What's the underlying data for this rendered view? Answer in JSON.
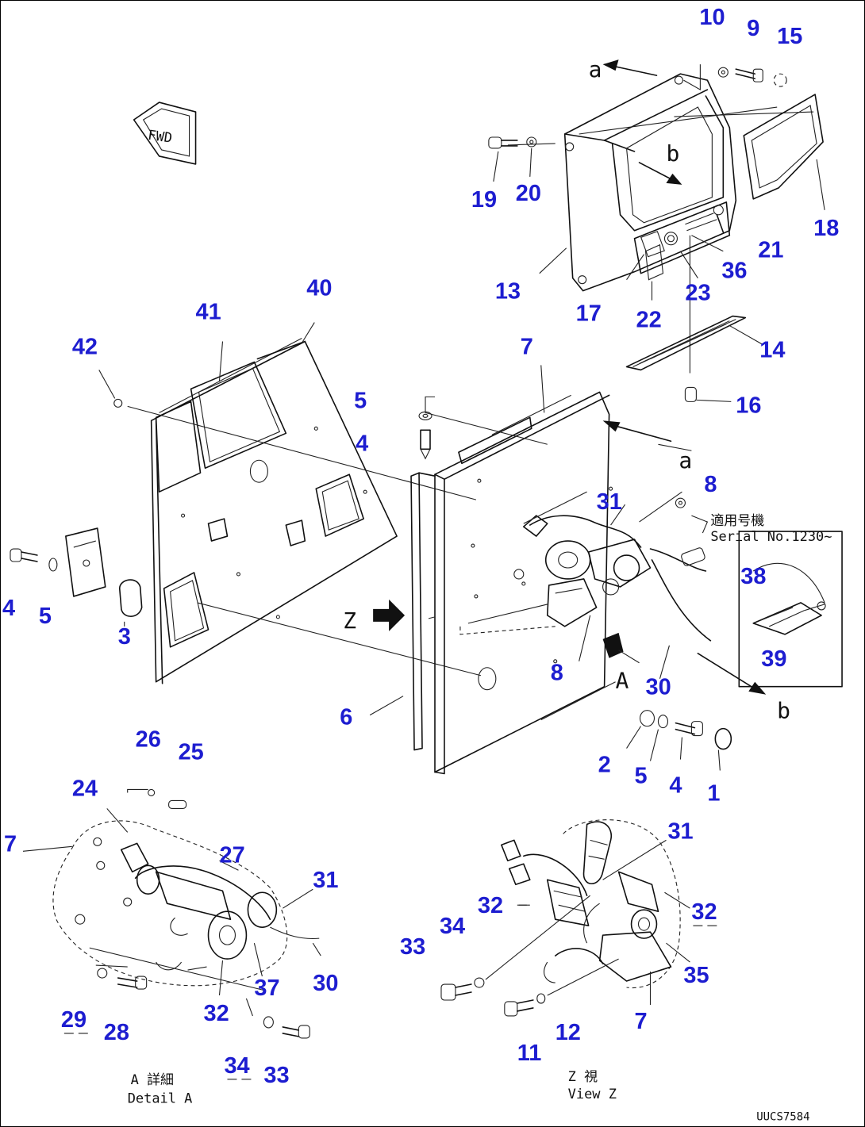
{
  "callouts": [
    {
      "id": "10",
      "label": "10"
    },
    {
      "id": "9",
      "label": "9"
    },
    {
      "id": "15",
      "label": "15"
    },
    {
      "id": "19",
      "label": "19"
    },
    {
      "id": "20",
      "label": "20"
    },
    {
      "id": "18",
      "label": "18"
    },
    {
      "id": "21",
      "label": "21"
    },
    {
      "id": "36",
      "label": "36"
    },
    {
      "id": "13",
      "label": "13"
    },
    {
      "id": "17",
      "label": "17"
    },
    {
      "id": "23",
      "label": "23"
    },
    {
      "id": "22",
      "label": "22"
    },
    {
      "id": "14",
      "label": "14"
    },
    {
      "id": "16",
      "label": "16"
    },
    {
      "id": "41",
      "label": "41"
    },
    {
      "id": "40",
      "label": "40"
    },
    {
      "id": "42",
      "label": "42"
    },
    {
      "id": "7a",
      "label": "7"
    },
    {
      "id": "5a",
      "label": "5"
    },
    {
      "id": "4a",
      "label": "4"
    },
    {
      "id": "8a",
      "label": "8"
    },
    {
      "id": "31a",
      "label": "31"
    },
    {
      "id": "38",
      "label": "38"
    },
    {
      "id": "39",
      "label": "39"
    },
    {
      "id": "4b",
      "label": "4"
    },
    {
      "id": "5b",
      "label": "5"
    },
    {
      "id": "3",
      "label": "3"
    },
    {
      "id": "8b",
      "label": "8"
    },
    {
      "id": "30a",
      "label": "30"
    },
    {
      "id": "6",
      "label": "6"
    },
    {
      "id": "2",
      "label": "2"
    },
    {
      "id": "5c",
      "label": "5"
    },
    {
      "id": "4c",
      "label": "4"
    },
    {
      "id": "1",
      "label": "1"
    },
    {
      "id": "26",
      "label": "26"
    },
    {
      "id": "25",
      "label": "25"
    },
    {
      "id": "24",
      "label": "24"
    },
    {
      "id": "7b",
      "label": "7"
    },
    {
      "id": "27",
      "label": "27"
    },
    {
      "id": "31b",
      "label": "31"
    },
    {
      "id": "37",
      "label": "37"
    },
    {
      "id": "30b",
      "label": "30"
    },
    {
      "id": "29",
      "label": "29"
    },
    {
      "id": "28",
      "label": "28"
    },
    {
      "id": "32a",
      "label": "32"
    },
    {
      "id": "34a",
      "label": "34"
    },
    {
      "id": "33a",
      "label": "33"
    },
    {
      "id": "31c",
      "label": "31"
    },
    {
      "id": "32b",
      "label": "32"
    },
    {
      "id": "32c",
      "label": "32"
    },
    {
      "id": "34b",
      "label": "34"
    },
    {
      "id": "33b",
      "label": "33"
    },
    {
      "id": "35",
      "label": "35"
    },
    {
      "id": "11",
      "label": "11"
    },
    {
      "id": "12",
      "label": "12"
    },
    {
      "id": "7c",
      "label": "7"
    }
  ],
  "arrow_letters": {
    "a_top": "a",
    "b_top": "b",
    "a_right": "a",
    "b_right": "b",
    "z": "Z",
    "a_marker": "A"
  },
  "fwd_label": "FWD",
  "serial_note": {
    "japanese": "適用号機",
    "english": "Serial No.1230~"
  },
  "detail_caption": {
    "japanese": "A 詳細",
    "english": "Detail A"
  },
  "view_caption": {
    "japanese": "Z 視",
    "english": "View Z"
  },
  "drawing_code": "UUCS7584"
}
